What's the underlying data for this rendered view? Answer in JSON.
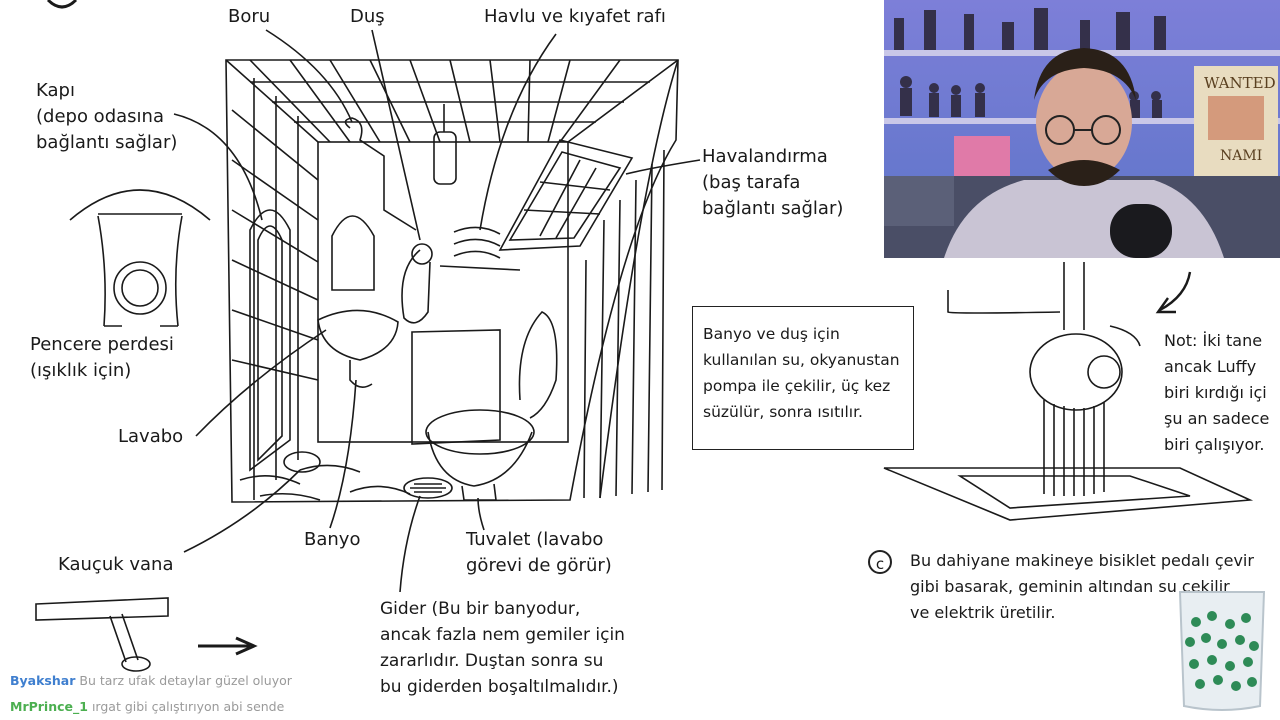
{
  "labels": {
    "boru": "Boru",
    "dus": "Duş",
    "havlu": "Havlu ve kıyafet rafı",
    "kapi": [
      "Kapı",
      "(depo odasına",
      "bağlantı sağlar)"
    ],
    "havalandirma": [
      "Havalandırma",
      "(baş tarafa",
      "bağlantı sağlar)"
    ],
    "pencere": [
      "Pencere perdesi",
      "(ışıklık için)"
    ],
    "lavabo": "Lavabo",
    "banyo": "Banyo",
    "kaucuk": "Kauçuk vana",
    "tuvalet": [
      "Tuvalet (lavabo",
      "görevi de görür)"
    ],
    "gider": [
      "Gider (Bu bir banyodur,",
      "ancak fazla nem gemiler için",
      "zararlıdır. Duştan sonra su",
      "bu giderden boşaltılmalıdır.)"
    ]
  },
  "note_box": [
    "Banyo ve duş için",
    "kullanılan su, okyanustan",
    "pompa ile çekilir, üç kez",
    "süzülür, sonra ısıtılır."
  ],
  "pump_note": [
    "Not: İki tane",
    "ancak Luffy",
    "biri kırdığı içi",
    "şu an sadece",
    "biri çalışıyor."
  ],
  "caption_c": {
    "symbol": "c",
    "lines": [
      "Bu dahiyane makineye bisiklet pedalı çevir",
      "gibi basarak, geminin altından su çekilir",
      "ve elektrik üretilir."
    ]
  },
  "chat": [
    {
      "user": "Byakshar",
      "message": "Bu tarz ufak detaylar güzel oluyor",
      "color": "#3f7fcf"
    },
    {
      "user": "MrPrince_1",
      "message": "ırgat gibi çalıştırıyon abi sende",
      "color": "#4caf50"
    }
  ],
  "webcam": {
    "poster_text": [
      "WANTED",
      "NAMI"
    ]
  }
}
